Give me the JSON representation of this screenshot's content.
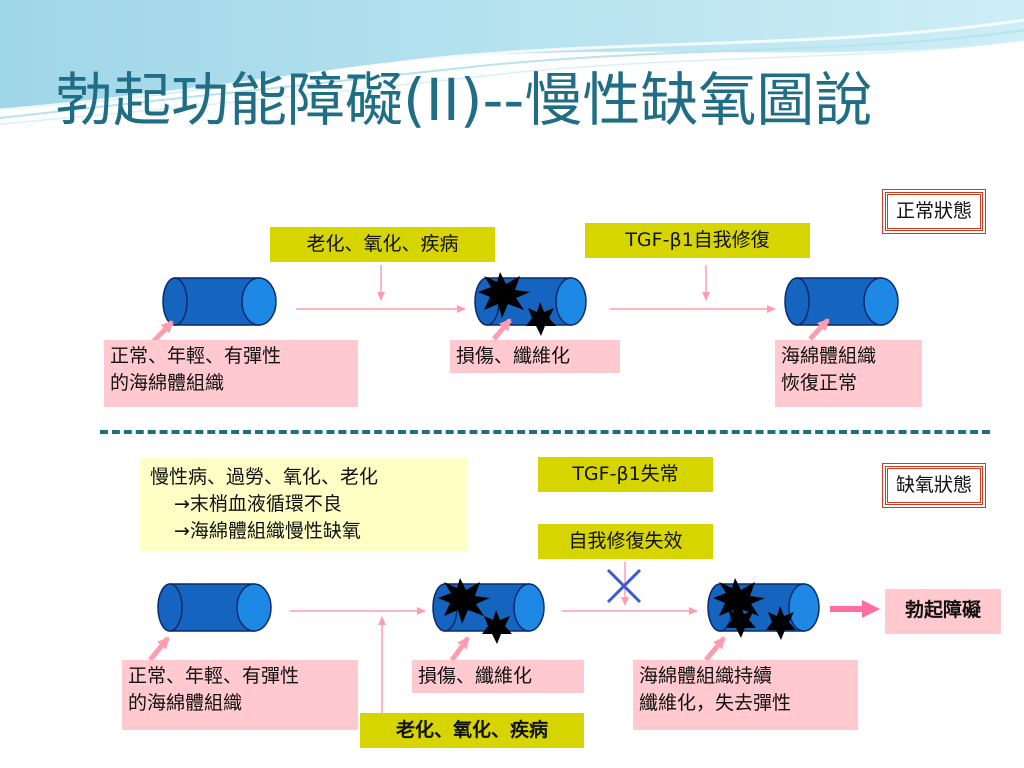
{
  "slide": {
    "title": "勃起功能障礙(II)--慢性缺氧圖說"
  },
  "normal": {
    "state_label": "正常狀態",
    "cause_label": "老化、氧化、疾病",
    "repair_label": "TGF-β1自我修復",
    "healthy_tissue_label": [
      "正常、年輕、有彈性",
      "的海綿體組織"
    ],
    "damage_label": "損傷、纖維化",
    "recovered_label": [
      "海綿體組織",
      "恢復正常"
    ]
  },
  "hypoxia": {
    "state_label": "缺氧狀態",
    "chronic_causes": [
      "慢性病、過勞、氧化、老化",
      "→末梢血液循環不良",
      "→海綿體組織慢性缺氧"
    ],
    "tgf_failure_label": "TGF-β1失常",
    "repair_failure_label": "自我修復失效",
    "healthy_tissue_label": [
      "正常、年輕、有彈性",
      "的海綿體組織"
    ],
    "damage_label": "損傷、纖維化",
    "cause_label": "老化、氧化、疾病",
    "fibrosis_label": [
      "海綿體組織持續",
      "纖維化，失去彈性"
    ],
    "outcome_label": "勃起障礙"
  },
  "colors": {
    "title": "#1f6e86",
    "cylinder": "#1565c0",
    "arrow": "#ff9cb0",
    "pink_box": "#ffc9cf",
    "yellow_box": "#d7d500",
    "state_border": "#d03a1f"
  }
}
